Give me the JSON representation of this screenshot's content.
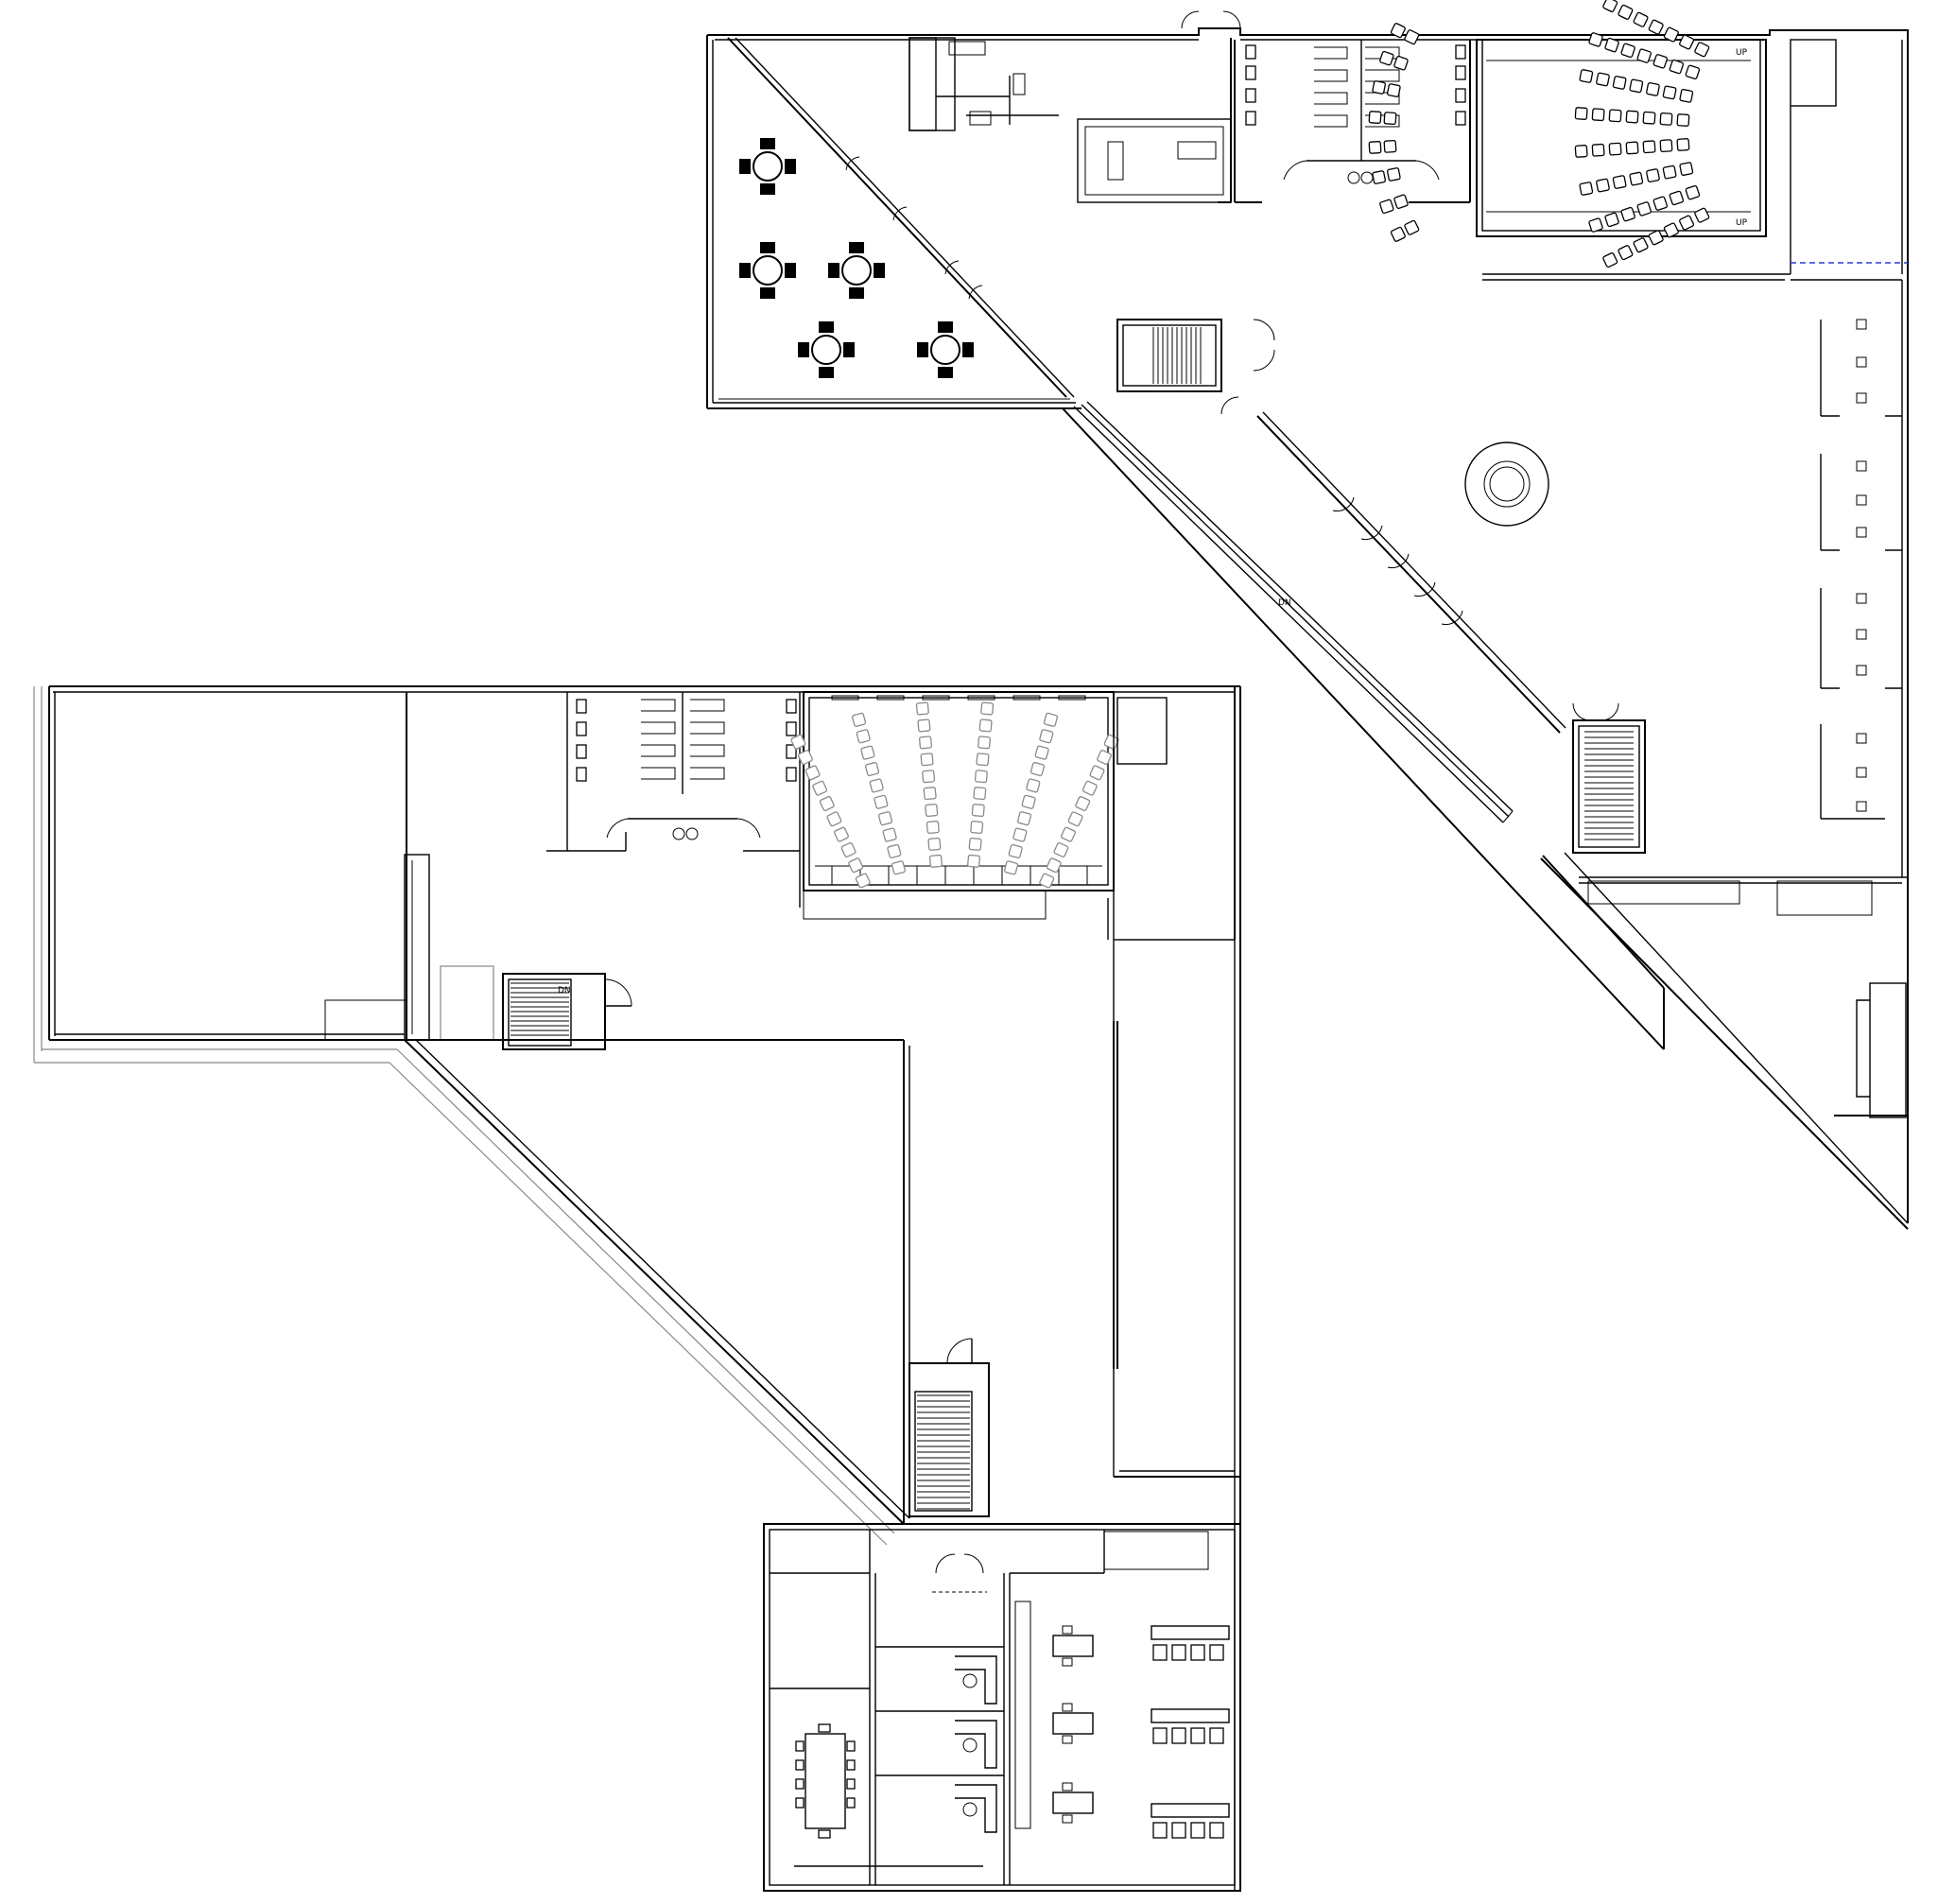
{
  "colors": {
    "background": "#ffffff",
    "line": "#000000",
    "seat_grey": "#8a8a8a",
    "glazing_grey": "#888888",
    "boundary_blue": "#2a3fd6"
  },
  "labels": {
    "stair_up_1": "UP",
    "stair_up_2": "UP",
    "stair_dn_1": "DN",
    "ramp_marker": "DN"
  }
}
